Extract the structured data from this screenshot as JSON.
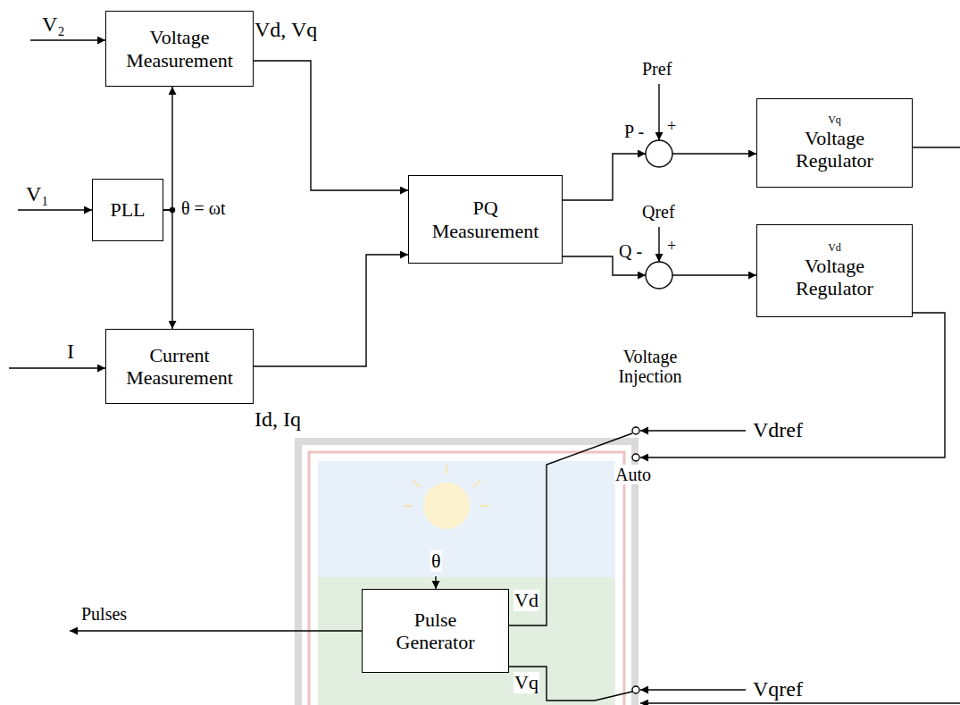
{
  "diagram": {
    "nodes": [
      {
        "text": [
          "Voltage Measurement"
        ]
      },
      {
        "text": [
          "PLL"
        ]
      },
      {
        "text": [
          "Current Measurement"
        ]
      },
      {
        "text": [
          "PQ Measurement"
        ]
      },
      {
        "text": [
          "Vq",
          "Voltage Regulator"
        ]
      },
      {
        "text": [
          "Vd",
          "Voltage Regulator"
        ]
      },
      {
        "text": [
          "Pulse Generator"
        ]
      }
    ],
    "edges": [
      {
        "from": 0,
        "to": 3,
        "arrow": "to"
      },
      {
        "from": 1,
        "to": 0,
        "arrow": "to"
      },
      {
        "from": 1,
        "to": 2,
        "arrow": "to"
      },
      {
        "from": 2,
        "to": 3,
        "arrow": "to"
      }
    ],
    "labels": [
      "V₂",
      "Vd, Vq",
      "V₁",
      "θ = ωt",
      "I",
      "Id, Iq",
      "Pref",
      "+",
      "P -",
      "Qref",
      "+",
      "Q -",
      "Voltage Injection",
      "θ",
      "Vd",
      "Vdref",
      "Auto",
      "Pulses",
      "Vq",
      "Vqref"
    ]
  }
}
